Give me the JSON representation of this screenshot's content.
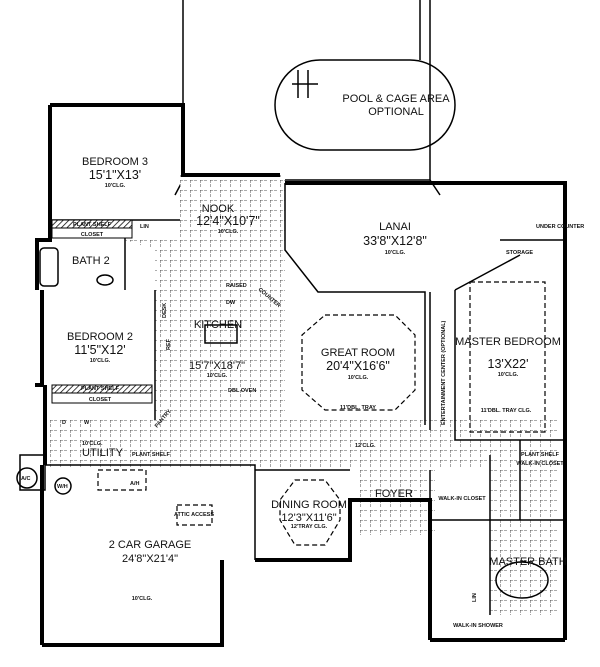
{
  "title": "Floor Plan",
  "rooms": {
    "pool": {
      "name": "POOL & CAGE AREA",
      "note": "OPTIONAL"
    },
    "bedroom3": {
      "name": "BEDROOM 3",
      "dims": "15'1\"X13'",
      "ceiling": "10'CLG."
    },
    "nook": {
      "name": "NOOK",
      "dims": "12'4\"X10'7\"",
      "ceiling": "10'CLG."
    },
    "lanai": {
      "name": "LANAI",
      "dims": "33'8\"X12'8\"",
      "ceiling": "10'CLG."
    },
    "storage": {
      "name": "STORAGE"
    },
    "undercounter": {
      "name": "UNDER COUNTER"
    },
    "bath2": {
      "name": "BATH 2"
    },
    "closet3": {
      "name": "CLOSET",
      "shelf": "PLANT SHELF"
    },
    "lin": {
      "name": "LIN"
    },
    "bedroom2": {
      "name": "BEDROOM 2",
      "dims": "11'5\"X12'",
      "ceiling": "10'CLG."
    },
    "closet2": {
      "name": "CLOSET",
      "shelf": "PLANT SHELF"
    },
    "kitchen": {
      "name": "KITCHEN",
      "dims": "15'7\"X18'7\"",
      "ceiling": "10'CLG.",
      "raised": "RAISED",
      "counter": "COUNTER",
      "dw": "DW",
      "desk": "DESK",
      "ref": "REF",
      "oven": "DBL OVEN"
    },
    "great_room": {
      "name": "GREAT ROOM",
      "dims": "20'4\"X16'6\"",
      "ceiling": "10'CLG.",
      "tray": "11'DBL. TRAY"
    },
    "entertainment": {
      "name": "ENTERTAINMENT CENTER (OPTIONAL)"
    },
    "master_bedroom": {
      "name": "MASTER BEDROOM",
      "dims": "13'X22'",
      "ceiling": "10'CLG.",
      "tray": "11'DBL. TRAY CLG."
    },
    "utility": {
      "name": "UTILITY",
      "ceiling": "10'CLG.",
      "d": "D",
      "w": "W",
      "shelf": "PLANT SHELF"
    },
    "pantry": {
      "name": "PANTRY"
    },
    "hall_ceiling": "12'CLG.",
    "ac": {
      "name": "A/C"
    },
    "wh": {
      "name": "W/H"
    },
    "ah": {
      "name": "A/H"
    },
    "garage": {
      "name": "2 CAR GARAGE",
      "dims": "24'8\"X21'4\"",
      "ceiling": "10'CLG.",
      "attic": "ATTIC ACCESS"
    },
    "dining": {
      "name": "DINING ROOM",
      "dims": "12'3\"X11'6\"",
      "ceiling": "12'TRAY CLG."
    },
    "foyer": {
      "name": "FOYER"
    },
    "walkin1": {
      "name": "WALK-IN CLOSET"
    },
    "walkin2": {
      "name": "WALK-IN CLOSET",
      "shelf": "PLANT SHELF"
    },
    "master_bath": {
      "name": "MASTER BATH"
    },
    "shower": {
      "name": "WALK-IN SHOWER"
    },
    "lin2": {
      "name": "LIN"
    }
  }
}
